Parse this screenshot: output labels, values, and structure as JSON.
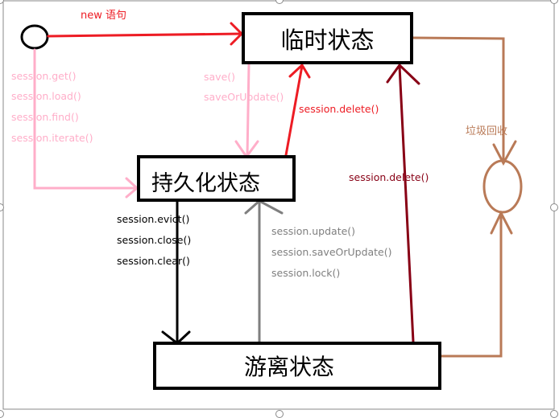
{
  "states": {
    "transient": "临时状态",
    "persistent": "持久化状态",
    "detached": "游离状态"
  },
  "labels": {
    "new_statement": "new 语句",
    "get_methods": [
      "session.get()",
      "session.load()",
      "session.find()",
      "session.iterate()"
    ],
    "save_methods": [
      "save()",
      "saveOrUpdate()"
    ],
    "persist_delete": "session.delete()",
    "detached_delete": "session.delete()",
    "evict_methods": [
      "session.evict()",
      "session.close()",
      "session.clear()"
    ],
    "update_methods": [
      "session.update()",
      "session.saveOrUpdate()",
      "session.lock()"
    ],
    "garbage_collection": "垃圾回收"
  },
  "colors": {
    "new_arrow": "#ed1c24",
    "get_arrow": "#ffaec9",
    "save_arrow": "#ffaec9",
    "delete_arrow": "#ed1c24",
    "detached_delete_arrow": "#880015",
    "evict_arrow": "#000000",
    "update_arrow": "#7f7f7f",
    "gc_arrow": "#b97a57"
  }
}
